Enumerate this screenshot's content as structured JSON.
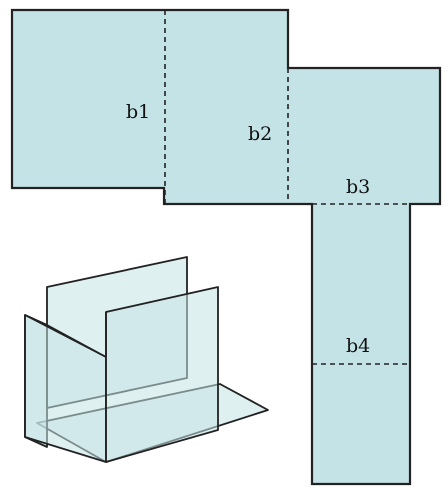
{
  "net": {
    "fill_color": "#c4e3e6",
    "stroke_color": "#222222",
    "fold_lines": [
      {
        "id": "b1",
        "label": "b1"
      },
      {
        "id": "b2",
        "label": "b2"
      },
      {
        "id": "b3",
        "label": "b3"
      },
      {
        "id": "b4",
        "label": "b4"
      }
    ]
  },
  "model_3d": {
    "fill_color": "#c4e3e6",
    "stroke_color": "#222222"
  }
}
